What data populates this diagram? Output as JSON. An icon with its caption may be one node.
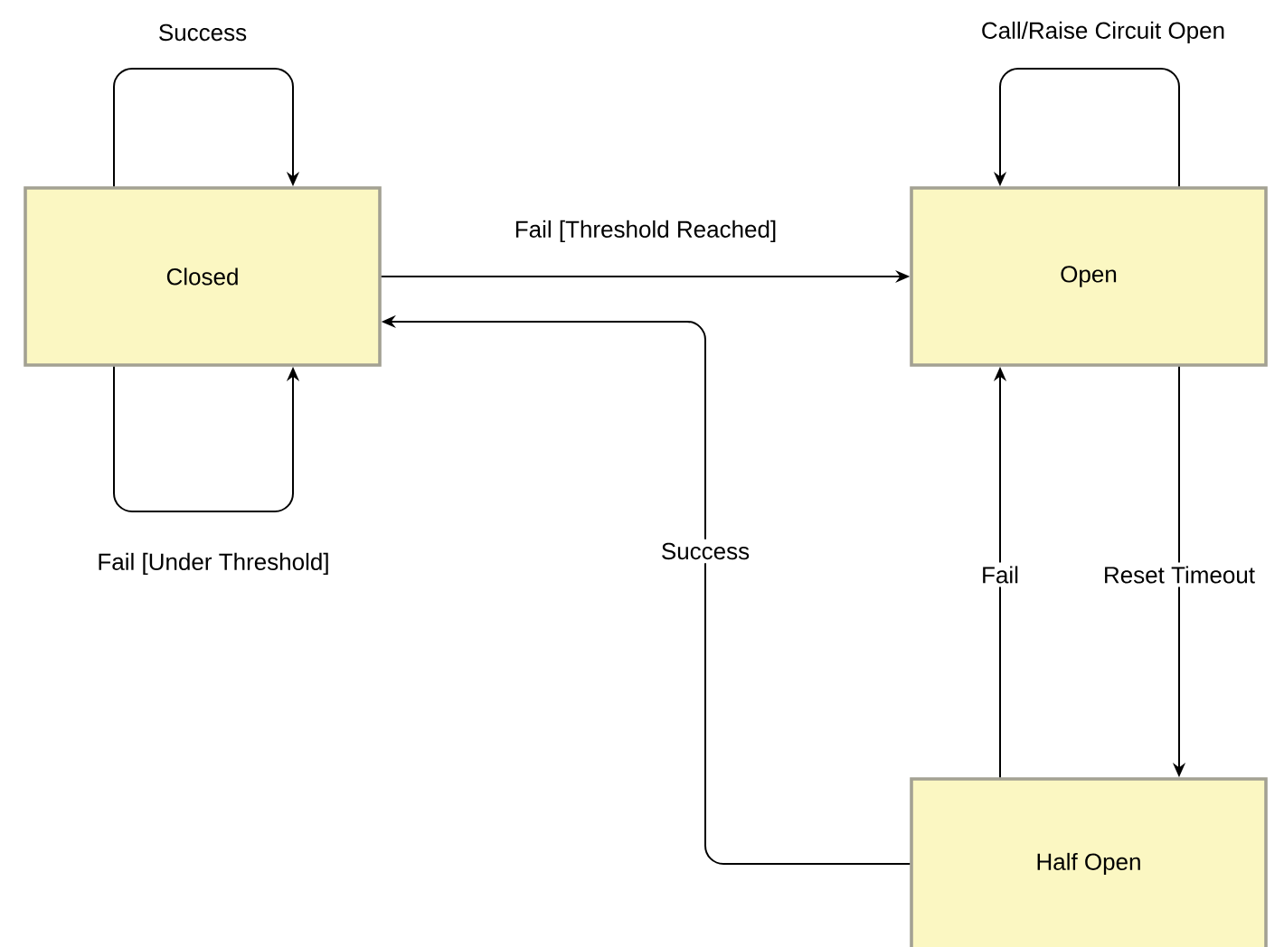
{
  "diagram": {
    "nodes": [
      {
        "text": [
          "Closed"
        ]
      },
      {
        "text": [
          "Open"
        ]
      },
      {
        "text": [
          "Half Open"
        ]
      }
    ],
    "edges": [
      {
        "from": 0,
        "to": 0,
        "arrow": "to",
        "label": "Success"
      },
      {
        "from": 0,
        "to": 0,
        "arrow": "to",
        "label": "Fail [Under Threshold]"
      },
      {
        "from": 0,
        "to": 1,
        "arrow": "to",
        "label": "Fail [Threshold Reached]"
      },
      {
        "from": 1,
        "to": 1,
        "arrow": "to",
        "label": "Call/Raise Circuit Open"
      },
      {
        "from": 1,
        "to": 2,
        "arrow": "to",
        "label": "Reset Timeout"
      },
      {
        "from": 2,
        "to": 1,
        "arrow": "to",
        "label": "Fail"
      },
      {
        "from": 2,
        "to": 0,
        "arrow": "to",
        "label": "Success"
      }
    ]
  }
}
